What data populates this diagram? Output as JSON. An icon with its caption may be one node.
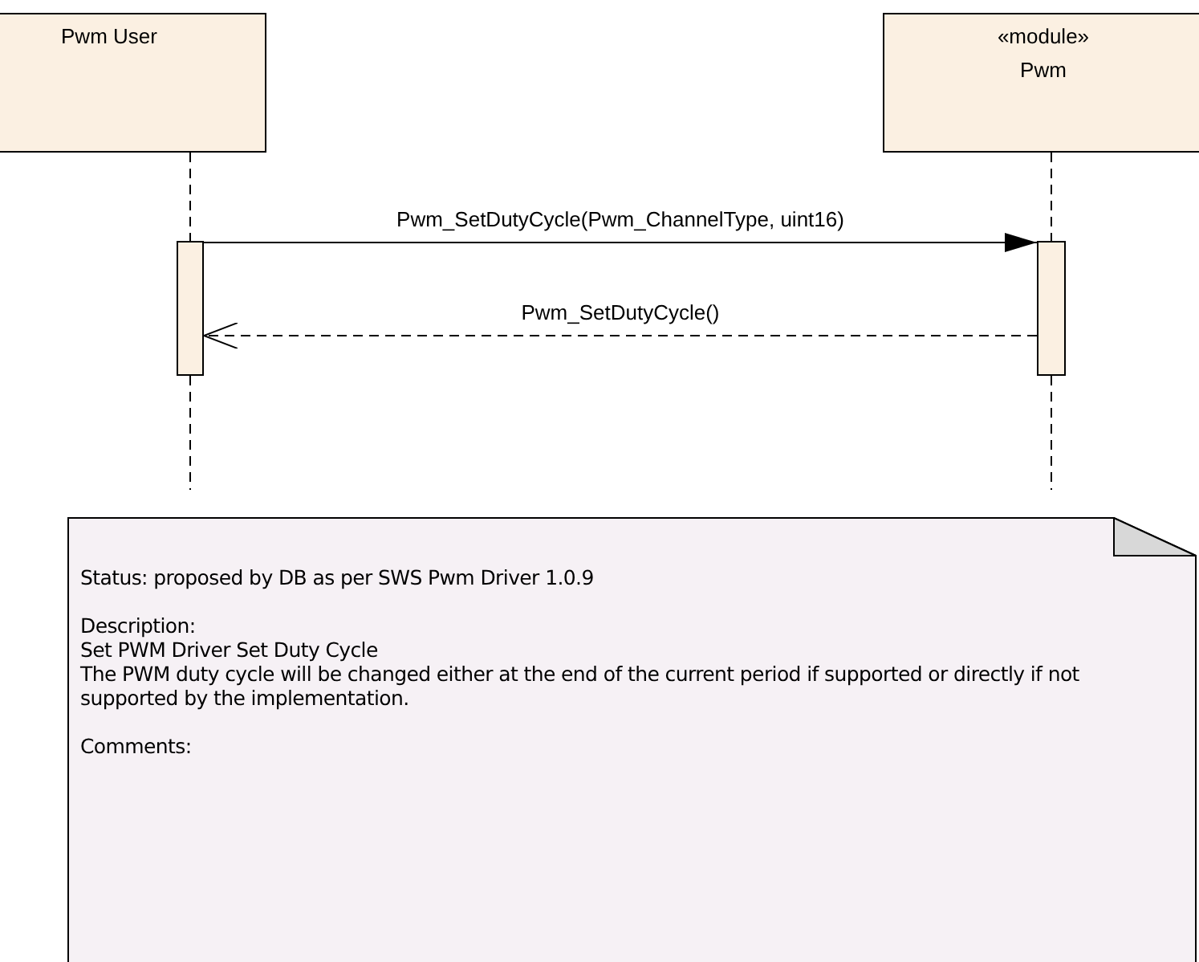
{
  "diagram": {
    "nodes": [
      {
        "text": [
          "Pwm User"
        ]
      },
      {
        "text": [
          "«module»",
          "Pwm"
        ]
      },
      {
        "text": [],
        "shape": "bar"
      },
      {
        "text": [],
        "shape": "bar"
      },
      {
        "text": [
          "Status: proposed by DB as per SWS Pwm Driver 1.0.9",
          "Description:",
          "Set PWM Driver Set Duty Cycle",
          "The PWM duty cycle will be changed either at the end of the current period if supported or directly if not supported by the implementation.",
          "Comments:"
        ]
      }
    ],
    "edges": [
      {
        "from": 0,
        "to": 2,
        "arrow": "none",
        "style": "dashed"
      },
      {
        "from": 1,
        "to": 3,
        "arrow": "none",
        "style": "dashed"
      },
      {
        "from": 2,
        "to": 3,
        "arrow": "to",
        "label": "Pwm_SetDutyCycle(Pwm_ChannelType, uint16)"
      },
      {
        "from": 3,
        "to": 2,
        "arrow": "to",
        "label": "Pwm_SetDutyCycle()",
        "style": "dashed"
      }
    ]
  }
}
